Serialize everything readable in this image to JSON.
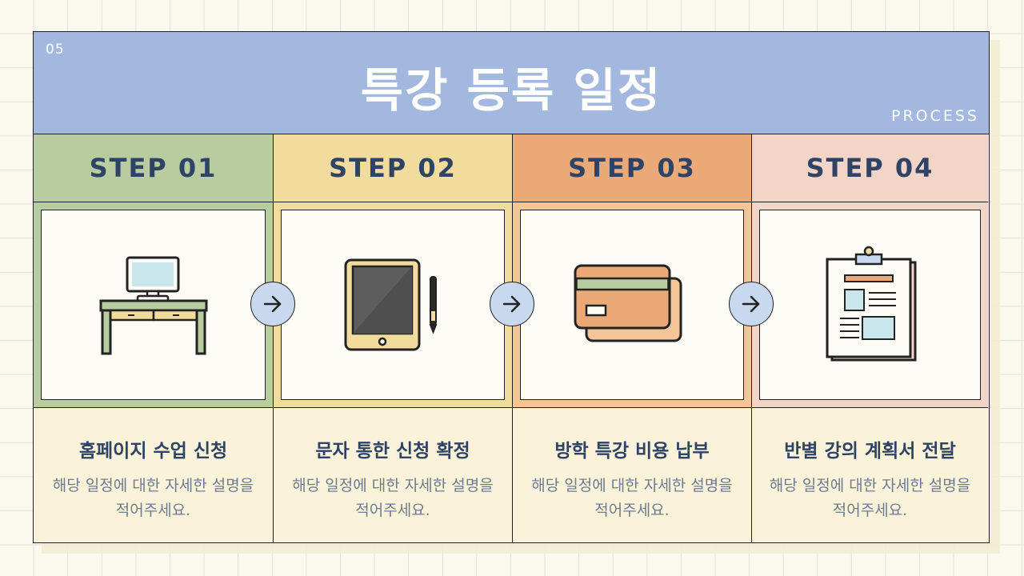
{
  "header": {
    "page_number": "05",
    "title": "특강 등록 일정",
    "subtitle": "PROCESS"
  },
  "steps": [
    {
      "label": "STEP 01",
      "title": "홈페이지 수업 신청",
      "description": "해당 일정에 대한 자세한 설명을 적어주세요.",
      "icon": "computer-desk-icon",
      "head_color": "#b8cc9f",
      "img_color": "#b8cc9f"
    },
    {
      "label": "STEP 02",
      "title": "문자 통한 신청 확정",
      "description": "해당 일정에 대한 자세한 설명을 적어주세요.",
      "icon": "tablet-icon",
      "head_color": "#f2dc9d",
      "img_color": "#f2dc9d"
    },
    {
      "label": "STEP 03",
      "title": "방학 특강 비용 납부",
      "description": "해당 일정에 대한 자세한 설명을 적어주세요.",
      "icon": "credit-card-icon",
      "head_color": "#eba978",
      "img_color": "#f3c597"
    },
    {
      "label": "STEP 04",
      "title": "반별 강의 계획서 전달",
      "description": "해당 일정에 대한 자세한 설명을 적어주세요.",
      "icon": "clipboard-icon",
      "head_color": "#f3d5c7",
      "img_color": "#f3d5c7"
    }
  ],
  "colors": {
    "header_bg": "#a3b8df",
    "text_navy": "#2e4366",
    "arrow_bg": "#c8d8ef"
  }
}
